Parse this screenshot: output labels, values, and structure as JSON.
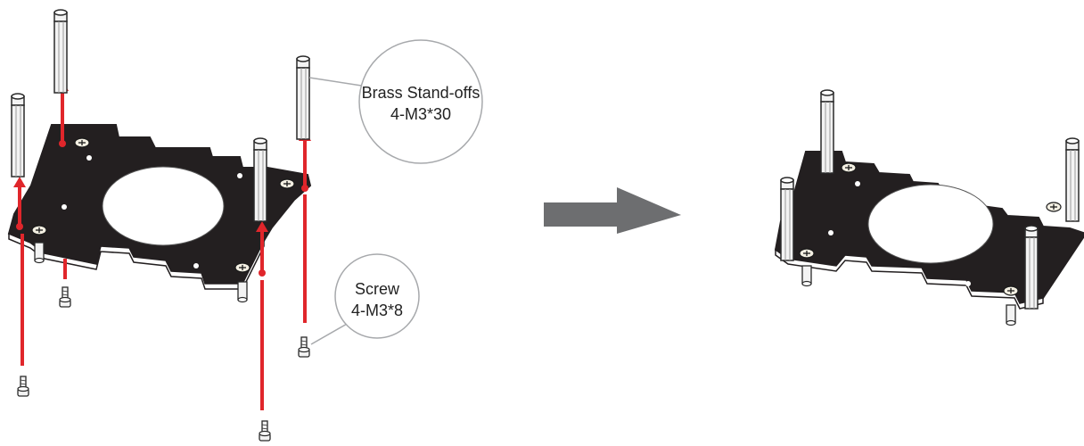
{
  "callouts": {
    "standoffs": {
      "line1": "Brass Stand-offs",
      "line2": "4-M3*30"
    },
    "screws": {
      "line1": "Screw",
      "line2": "4-M3*8"
    }
  },
  "colors": {
    "board": "#231f20",
    "board_edge": "#ffffff",
    "arrow_red": "#e0262b",
    "standoff_fill": "#f3f3f3",
    "standoff_stroke": "#2a2a2a",
    "big_arrow": "#6d6e70",
    "callout_stroke": "#a7a9ac"
  },
  "icons": {
    "process_arrow": "right-arrow-icon"
  }
}
